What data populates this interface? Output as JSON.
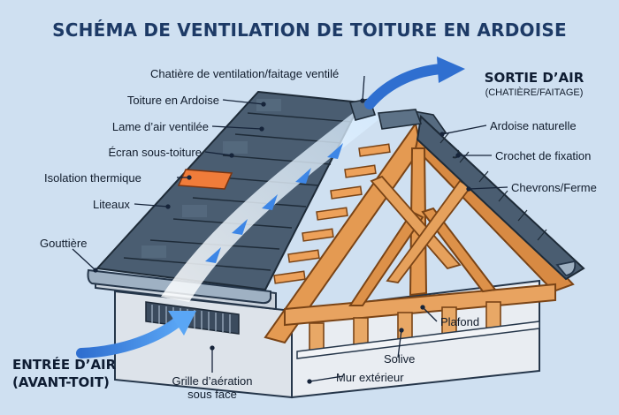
{
  "title": "SCHÉMA DE VENTILATION DE TOITURE EN ARDOISE",
  "labels": {
    "chatiere": "Chatière de ventilation/faitage ventilé",
    "toiture": "Toiture en Ardoise",
    "lame_air": "Lame d’air ventilée",
    "ecran": "Écran sous-toiture",
    "isolation": "Isolation thermique",
    "liteaux": "Liteaux",
    "gouttiere": "Gouttière",
    "sortie_line1": "SORTIE D’AIR",
    "sortie_line2": "(CHATIÈRE/FAITAGE)",
    "ardoise_naturelle": "Ardoise naturelle",
    "crochet": "Crochet de fixation",
    "chevrons": "Chevrons/Ferme",
    "plafond": "Plafond",
    "solive": "Solive",
    "mur": "Mur extérieur",
    "grille_line1": "Grille d’aération",
    "grille_line2": "sous face",
    "entree_line1": "ENTRÉE D’AIR",
    "entree_line2": "(AVANT-TOIT)"
  },
  "colors": {
    "background": "#cfe0f1",
    "slate": "#4f6377",
    "slate_dark": "#2e3d4d",
    "wood": "#e0954e",
    "wood_dark": "#9b5a22",
    "airflow": "#3d86e6",
    "insulation_tile": "#f07c3a",
    "wall": "#d8dde4",
    "leader": "#16243a"
  },
  "icons": [
    "airflow-arrow-icon",
    "ridge-vent-icon",
    "soffit-grille-icon"
  ]
}
